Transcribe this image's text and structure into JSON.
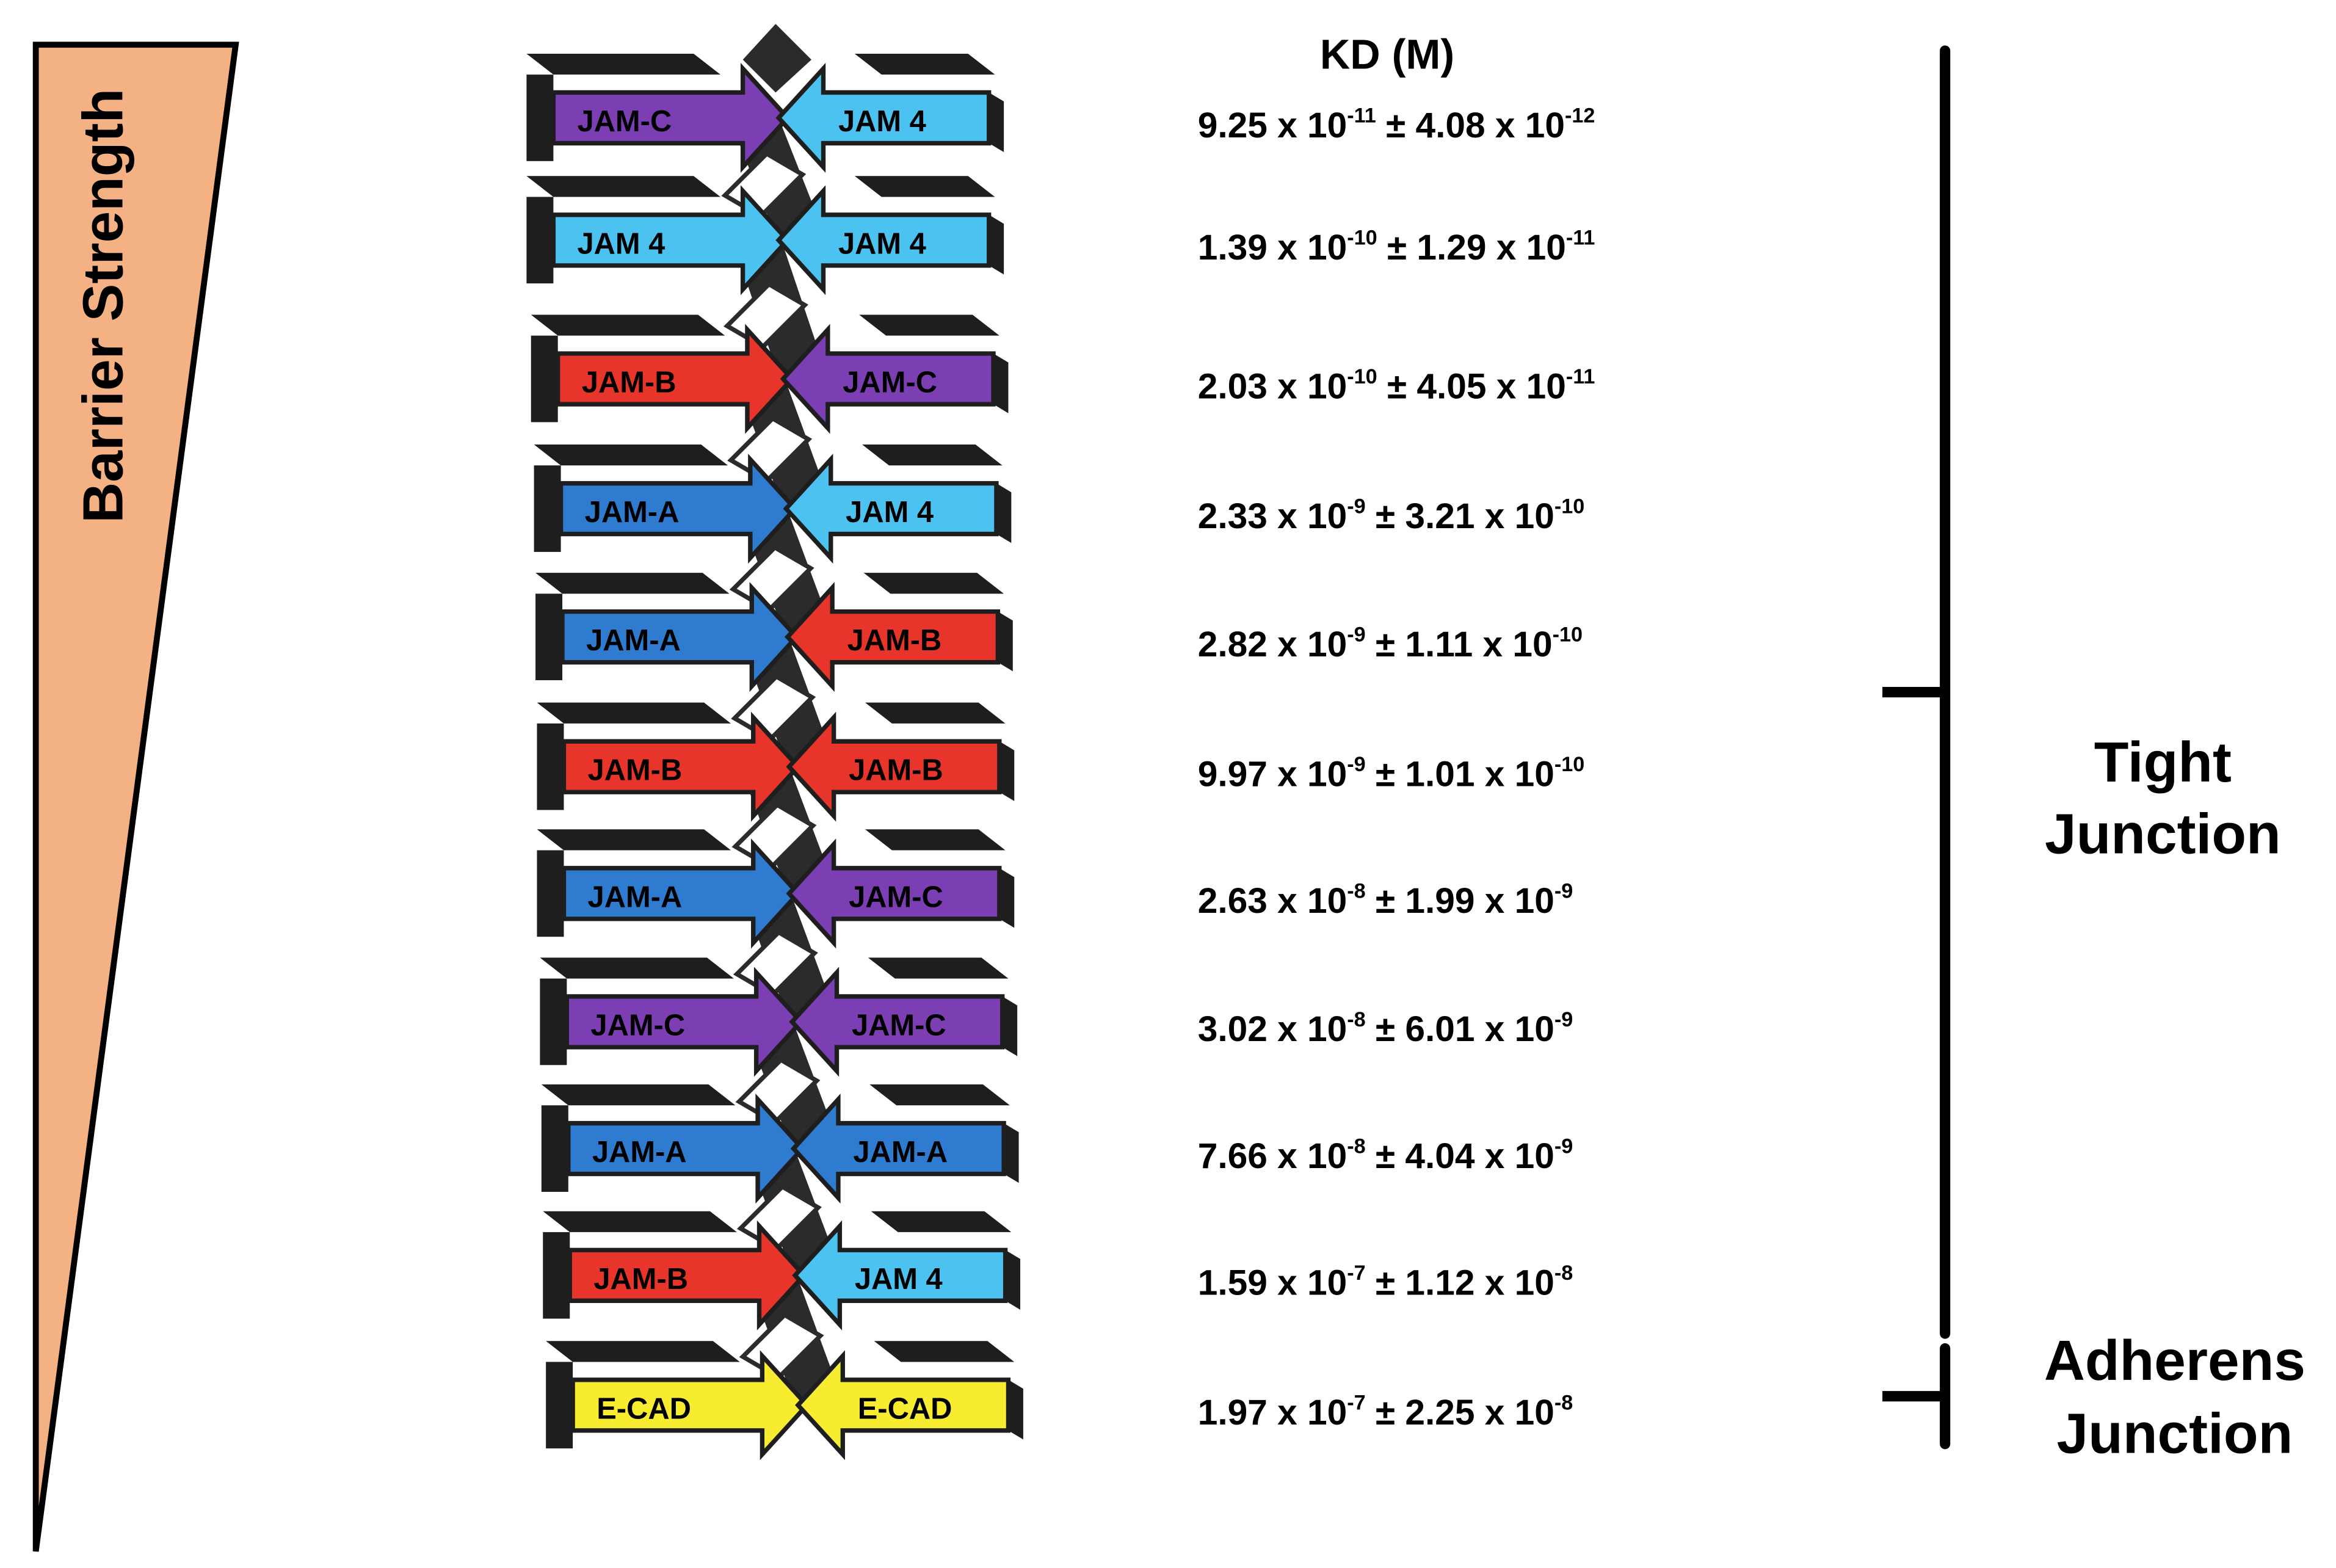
{
  "barrier": {
    "label": "Barrier Strength",
    "fill_color": "#F4B183"
  },
  "kd_header": "KD (M)",
  "colors": {
    "JAM-A": "#2E7BCF",
    "JAM-B": "#E8352B",
    "JAM-C": "#7B3FB3",
    "JAM 4": "#4CC2F0",
    "E-CAD": "#F7EC2F",
    "arrow_back": "#1E1E1E",
    "link_dark": "#2B2B2B",
    "link_light": "#FFFFFF"
  },
  "pairs": [
    {
      "left": "JAM-C",
      "right": "JAM 4",
      "kd_mantissa": "9.25",
      "kd_exp": "-11",
      "err_mantissa": "4.08",
      "err_exp": "-12"
    },
    {
      "left": "JAM 4",
      "right": "JAM 4",
      "kd_mantissa": "1.39",
      "kd_exp": "-10",
      "err_mantissa": "1.29",
      "err_exp": "-11"
    },
    {
      "left": "JAM-B",
      "right": "JAM-C",
      "kd_mantissa": "2.03",
      "kd_exp": "-10",
      "err_mantissa": "4.05",
      "err_exp": "-11"
    },
    {
      "left": "JAM-A",
      "right": "JAM 4",
      "kd_mantissa": "2.33",
      "kd_exp": "-9",
      "err_mantissa": "3.21",
      "err_exp": "-10"
    },
    {
      "left": "JAM-A",
      "right": "JAM-B",
      "kd_mantissa": "2.82",
      "kd_exp": "-9",
      "err_mantissa": "1.11",
      "err_exp": "-10"
    },
    {
      "left": "JAM-B",
      "right": "JAM-B",
      "kd_mantissa": "9.97",
      "kd_exp": "-9",
      "err_mantissa": "1.01",
      "err_exp": "-10"
    },
    {
      "left": "JAM-A",
      "right": "JAM-C",
      "kd_mantissa": "2.63",
      "kd_exp": "-8",
      "err_mantissa": "1.99",
      "err_exp": "-9"
    },
    {
      "left": "JAM-C",
      "right": "JAM-C",
      "kd_mantissa": "3.02",
      "kd_exp": "-8",
      "err_mantissa": "6.01",
      "err_exp": "-9"
    },
    {
      "left": "JAM-A",
      "right": "JAM-A",
      "kd_mantissa": "7.66",
      "kd_exp": "-8",
      "err_mantissa": "4.04",
      "err_exp": "-9"
    },
    {
      "left": "JAM-B",
      "right": "JAM 4",
      "kd_mantissa": "1.59",
      "kd_exp": "-7",
      "err_mantissa": "1.12",
      "err_exp": "-8"
    },
    {
      "left": "E-CAD",
      "right": "E-CAD",
      "kd_mantissa": "1.97",
      "kd_exp": "-7",
      "err_mantissa": "2.25",
      "err_exp": "-8"
    }
  ],
  "groups": {
    "tight": {
      "line1": "Tight",
      "line2": "Junction"
    },
    "adherens": {
      "line1": "Adherens",
      "line2": "Junction"
    }
  }
}
